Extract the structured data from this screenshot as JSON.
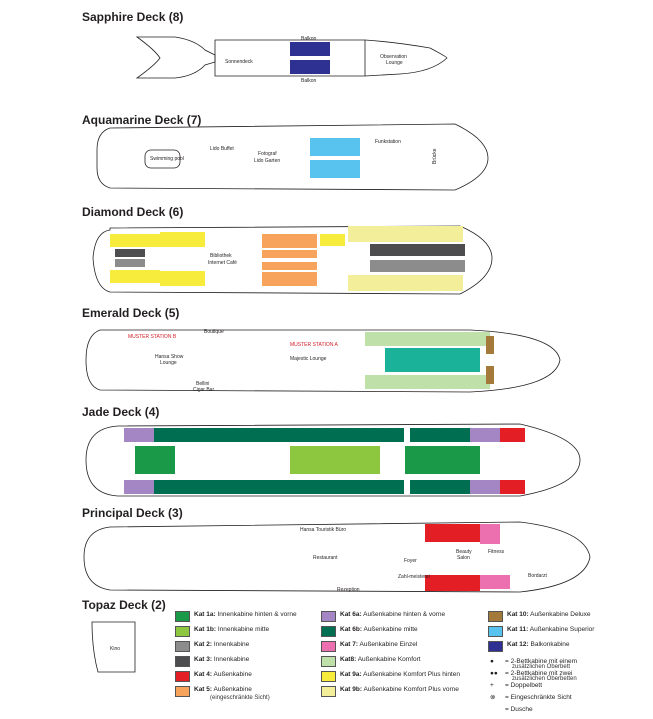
{
  "decks": [
    {
      "title": "Sapphire Deck (8)"
    },
    {
      "title": "Aquamarine Deck (7)"
    },
    {
      "title": "Diamond Deck (6)"
    },
    {
      "title": "Emerald Deck (5)"
    },
    {
      "title": "Jade Deck (4)"
    },
    {
      "title": "Principal Deck (3)"
    },
    {
      "title": "Topaz Deck (2)"
    }
  ],
  "areas": {
    "sonnendeck": "Sonnendeck",
    "balkon": "Balkon",
    "observation": "Observation",
    "lounge": "Lounge",
    "lido_buffet": "Lido Buffet",
    "fotograf": "Fotograf",
    "lido_garten": "Lido Garten",
    "funkstation": "Funkstation",
    "bruecke": "Brücke",
    "swimming_pool": "Swimming pool",
    "bibliothek": "Bibliothek",
    "internet_cafe": "Internet Café",
    "boutique": "Boutique",
    "muster_b": "MUSTER STATION B",
    "muster_a": "MUSTER STATION A",
    "hansa_show": "Hansa Show",
    "majestic_lounge": "Majestic Lounge",
    "bellini": "Bellini",
    "cigar_bar": "Cigar Bar",
    "touristik": "Hansa Touristik Büro",
    "restaurant": "Restaurant",
    "foyer": "Foyer",
    "beauty": "Beauty",
    "salon": "Salon",
    "fitness": "Fitness",
    "bordarzt": "Bordarzt",
    "rezeption": "Rezeption",
    "zahlmeisterei": "Zahl-meisterei",
    "kino": "Kino"
  },
  "legend": {
    "col1": [
      {
        "kat": "Kat 1a:",
        "text": "Innenkabine hinten & vorne",
        "color": "#1a9a48"
      },
      {
        "kat": "Kat 1b:",
        "text": "Innenkabine mitte",
        "color": "#8dc63f"
      },
      {
        "kat": "Kat 2:",
        "text": "Innenkabine",
        "color": "#8c8c8c"
      },
      {
        "kat": "Kat 3:",
        "text": "Innenkabine",
        "color": "#4d4d4f"
      },
      {
        "kat": "Kat 4:",
        "text": "Außenkabine",
        "color": "#e31e24"
      },
      {
        "kat": "Kat 5:",
        "text": "Außenkabine",
        "color": "#f7a35c",
        "sub": "(eingeschränkte Sicht)"
      }
    ],
    "col2": [
      {
        "kat": "Kat 6a:",
        "text": "Außenkabine hinten & vorne",
        "color": "#a386c3"
      },
      {
        "kat": "Kat 6b:",
        "text": "Außenkabine mitte",
        "color": "#006e50"
      },
      {
        "kat": "Kat 7:",
        "text": "Außenkabine Einzel",
        "color": "#ec6fb0"
      },
      {
        "kat": "Kat8:",
        "text": "Außenkabine Komfort",
        "color": "#bfe0a8"
      },
      {
        "kat": "Kat 9a:",
        "text": "Außenkabine Komfort Plus hinten",
        "color": "#f7ec3c"
      },
      {
        "kat": "Kat 9b:",
        "text": "Außenkabine  Komfort Plus vorne",
        "color": "#f2ee9a"
      }
    ],
    "col3": [
      {
        "kat": "Kat 10:",
        "text": "Außenkabine Deluxe",
        "color": "#a47a3b"
      },
      {
        "kat": "Kat 11:",
        "text": "Außenkabine Superior",
        "color": "#57c3ee"
      },
      {
        "kat": "Kat 12:",
        "text": "Balkonkabine",
        "color": "#2e3192"
      }
    ],
    "symbols": [
      {
        "sym": "●",
        "text": "= 2-Bettkabine mit einem",
        "text2": "zusätzlichen Oberbett"
      },
      {
        "sym": "●●",
        "text": "= 2-Bettkabine mit zwei",
        "text2": "zusätzlichen Oberbetten"
      },
      {
        "sym": "+",
        "text": "= Doppelbett",
        "text2": ""
      },
      {
        "sym": "⊗",
        "text": "= Eingeschränkte Sicht",
        "text2": ""
      },
      {
        "sym": "",
        "text": "= Dusche",
        "text2": ""
      }
    ]
  }
}
